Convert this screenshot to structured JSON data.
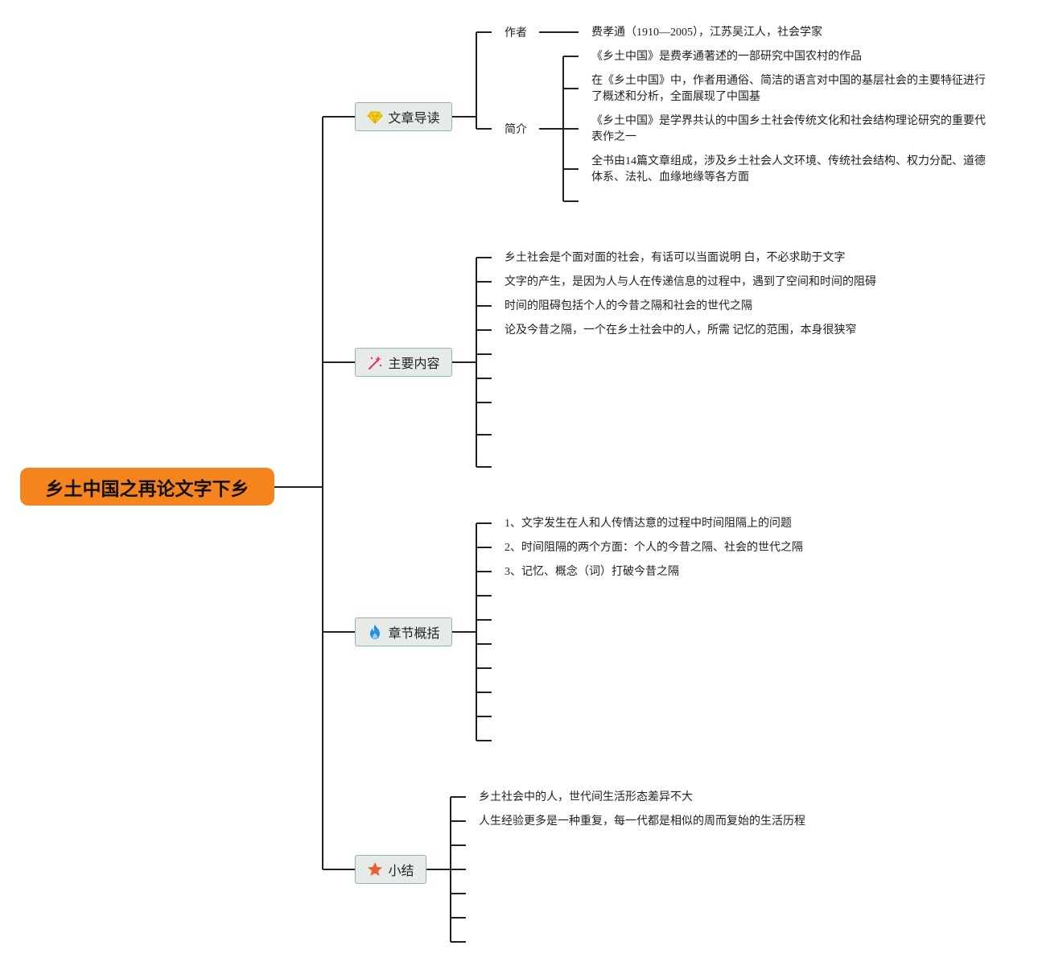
{
  "root": {
    "title": "乡土中国之再论文字下乡"
  },
  "branches": {
    "intro": {
      "label": "文章导读",
      "icon": "diamond-icon",
      "author_label": "作者",
      "author_text": "费孝通（1910—2005），江苏吴江人，社会学家",
      "summary_label": "简介",
      "summary": [
        "《乡土中国》是费孝通著述的一部研究中国农村的作品",
        "在《乡土中国》中，作者用通俗、简洁的语言对中国的基层社会的主要特征进行了概述和分析，全面展现了中国基",
        "《乡土中国》是学界共认的中国乡土社会传统文化和社会结构理论研究的重要代表作之一",
        "全书由14篇文章组成，涉及乡土社会人文环境、传统社会结构、权力分配、道德体系、法礼、血缘地缘等各方面"
      ]
    },
    "content": {
      "label": "主要内容",
      "icon": "magic-wand-icon",
      "items": [
        "乡土社会是个面对面的社会，有话可以当面说明 白，不必求助于文字",
        "文字的产生，是因为人与人在传递信息的过程中，遇到了空间和时间的阻碍",
        "时间的阻碍包括个人的今昔之隔和社会的世代之隔",
        "论及今昔之隔，一个在乡土社会中的人，所需 记忆的范围，本身很狭窄"
      ]
    },
    "chapters": {
      "label": "章节概括",
      "icon": "flame-icon",
      "items": [
        "1、文字发生在人和人传情达意的过程中时间阻隔上的问题",
        "2、时间阻隔的两个方面：个人的今昔之隔、社会的世代之隔",
        "3、记忆、概念（词）打破今昔之隔"
      ]
    },
    "summary": {
      "label": "小结",
      "icon": "star-icon",
      "items": [
        "乡土社会中的人，世代间生活形态差异不大",
        "人生经验更多是一种重复，每一代都是相似的周而复始的生活历程"
      ]
    }
  },
  "colors": {
    "root_fill": "#f5841f",
    "topic_fill": "#e6ebe8",
    "topic_border": "#8fb7a5",
    "line": "#222222",
    "diamond": "#f2d21b",
    "wand": "#e8356b",
    "flame": "#2a8fd8",
    "star": "#e8602c"
  }
}
